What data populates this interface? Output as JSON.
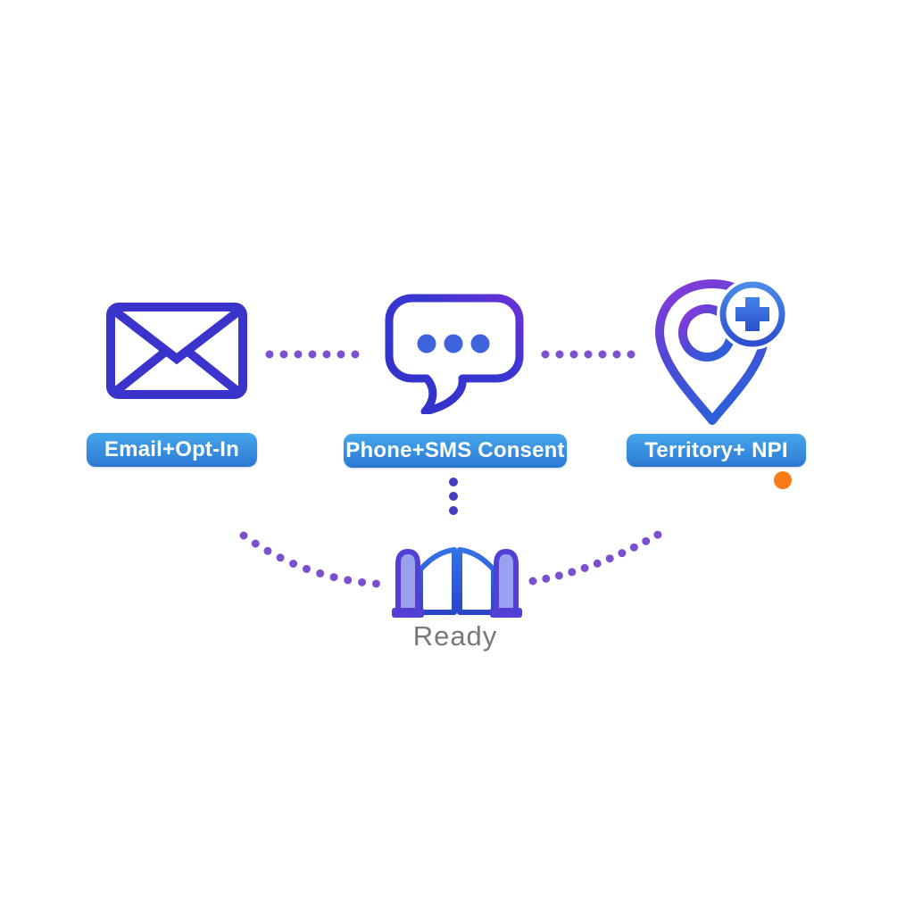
{
  "diagram": {
    "title": "lead-qualification-gate-diagram",
    "nodes": [
      {
        "id": "email",
        "icon": "envelope-icon",
        "label": "Email+Opt-In"
      },
      {
        "id": "phone",
        "icon": "chat-bubble-icon",
        "label": "Phone+SMS Consent"
      },
      {
        "id": "territory",
        "icon": "location-pin-medical-icon",
        "label": "Territory+ NPI",
        "marker": "orange-alert-dot"
      },
      {
        "id": "gate",
        "icon": "gate-icon",
        "label": "Ready"
      }
    ],
    "connections": [
      {
        "from": "email",
        "to": "phone",
        "style": "dotted",
        "color": "#7b4fd0"
      },
      {
        "from": "phone",
        "to": "territory",
        "style": "dotted",
        "color": "#7b4fd0"
      },
      {
        "from": "phone",
        "to": "gate",
        "style": "dotted",
        "color": "#4a3dc4"
      },
      {
        "from": "email",
        "to": "gate",
        "style": "dotted",
        "color": "#7b4fd0"
      },
      {
        "from": "territory",
        "to": "gate",
        "style": "dotted",
        "color": "#7b4fd0"
      }
    ],
    "colors": {
      "icon_indigo": "#3a34cd",
      "icon_purple": "#8a38d8",
      "icon_blue": "#2f5fd8",
      "chat_dots_blue": "#3f63dc",
      "badge_gradient_top": "#46a6ea",
      "badge_gradient_bottom": "#2a74cc",
      "badge_text": "#ffffff",
      "connector_purple": "#7b4fd0",
      "connector_indigo": "#4a3dc4",
      "alert_orange": "#f97b17",
      "ready_text": "#76787d",
      "gate_pillar_purple": "#5240d4",
      "gate_door_blue": "#2f63d8",
      "background": "#ffffff"
    }
  }
}
